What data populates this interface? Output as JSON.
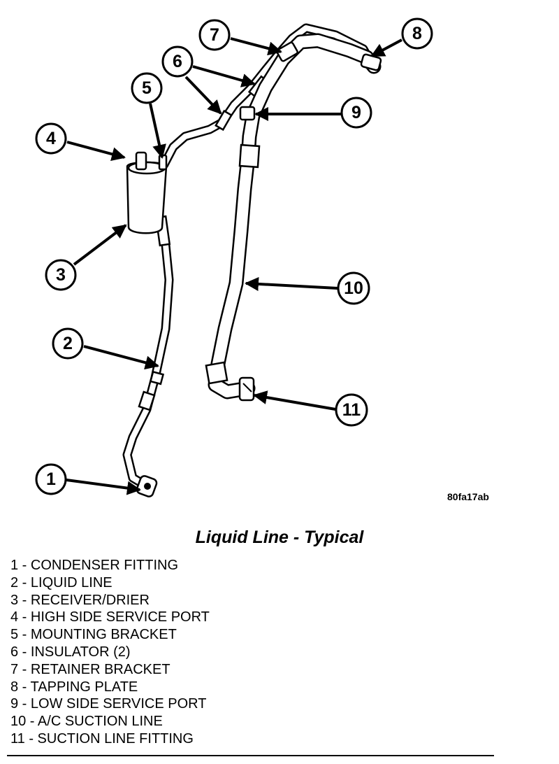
{
  "figure": {
    "code": "80fa17ab",
    "caption": "Liquid Line - Typical"
  },
  "callouts": [
    {
      "number": "1",
      "label": "CONDENSER FITTING"
    },
    {
      "number": "2",
      "label": "LIQUID LINE"
    },
    {
      "number": "3",
      "label": "RECEIVER/DRIER"
    },
    {
      "number": "4",
      "label": "HIGH SIDE SERVICE PORT"
    },
    {
      "number": "5",
      "label": "MOUNTING BRACKET"
    },
    {
      "number": "6",
      "label": "INSULATOR (2)"
    },
    {
      "number": "7",
      "label": "RETAINER BRACKET"
    },
    {
      "number": "8",
      "label": "TAPPING PLATE"
    },
    {
      "number": "9",
      "label": "LOW SIDE SERVICE PORT"
    },
    {
      "number": "10",
      "label": "A/C SUCTION LINE"
    },
    {
      "number": "11",
      "label": "SUCTION LINE FITTING"
    }
  ],
  "legend": [
    "1 - CONDENSER FITTING",
    "2 - LIQUID LINE",
    "3 - RECEIVER/DRIER",
    "4 - HIGH SIDE SERVICE PORT",
    "5 - MOUNTING BRACKET",
    "6 - INSULATOR (2)",
    "7 - RETAINER BRACKET",
    "8 - TAPPING PLATE",
    "9 - LOW SIDE SERVICE PORT",
    "10 - A/C SUCTION LINE",
    "11 - SUCTION LINE FITTING"
  ]
}
